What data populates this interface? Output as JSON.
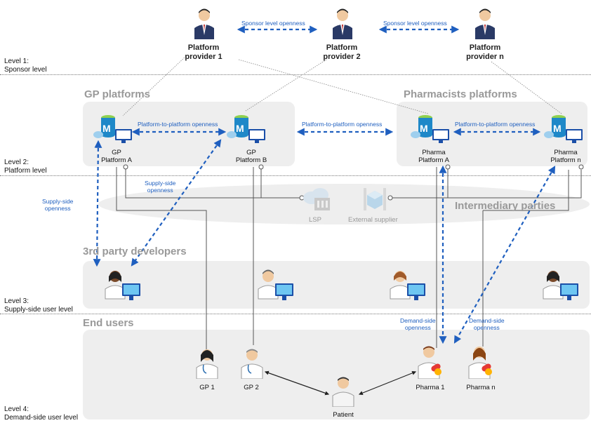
{
  "levels": {
    "l1": [
      "Level 1:",
      "Sponsor level"
    ],
    "l2": [
      "Level 2:",
      "Platform level"
    ],
    "l3": [
      "Level 3:",
      "Supply-side user level"
    ],
    "l4": [
      "Level 4:",
      "Demand-side user level"
    ]
  },
  "providers": [
    {
      "line1": "Platform",
      "line2": "provider 1"
    },
    {
      "line1": "Platform",
      "line2": "provider 2"
    },
    {
      "line1": "Platform",
      "line2": "provider n"
    }
  ],
  "sponsor_openness": [
    "Sponsor level openness",
    "Sponsor level openness"
  ],
  "groups": {
    "gp": "GP platforms",
    "pharma": "Pharmacists platforms",
    "intermediary": "Intermediary parties",
    "developers": "3rd party developers",
    "endusers": "End users"
  },
  "platforms": [
    {
      "line1": "GP",
      "line2": "Platform A"
    },
    {
      "line1": "GP",
      "line2": "Platform B"
    },
    {
      "line1": "Pharma",
      "line2": "Platform A"
    },
    {
      "line1": "Pharma",
      "line2": "Platform n"
    }
  ],
  "platform_openness": [
    "Platform-to-platform openness",
    "Platform-to-platform openness",
    "Platform-to-platform openness"
  ],
  "supply_openness": [
    [
      "Supply-side",
      "openness"
    ],
    [
      "Supply-side",
      "openness"
    ]
  ],
  "demand_openness": [
    [
      "Demand-side",
      "openness"
    ],
    [
      "Demand-side",
      "openness"
    ]
  ],
  "intermediaries": [
    "LSP",
    "External supplier"
  ],
  "end_users": [
    "GP 1",
    "GP 2",
    "Patient",
    "Pharma 1",
    "Pharma n"
  ],
  "colors": {
    "openness": "#1f5fbf",
    "panel": "#eeeeee",
    "group_title": "#999999"
  }
}
